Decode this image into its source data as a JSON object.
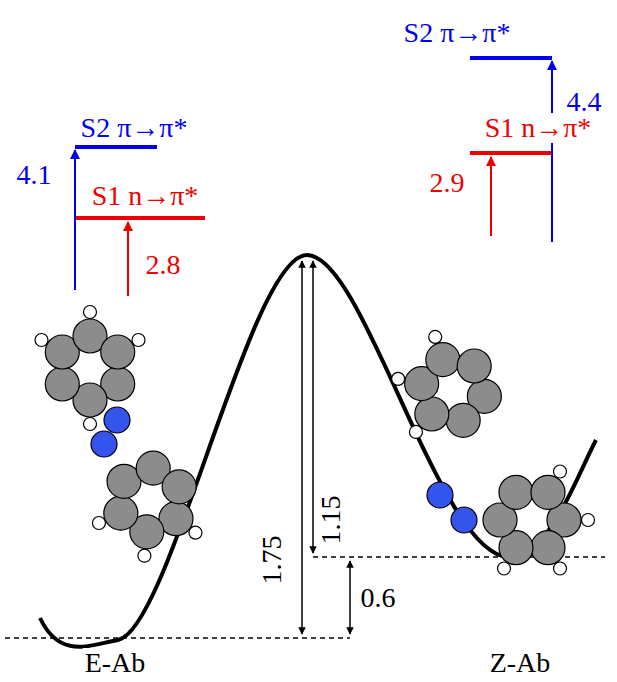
{
  "diagram": {
    "labels": [
      "S2 π→π*",
      "S1 n→π*",
      "4.1",
      "2.8",
      "S2 π→π*",
      "S1 n→π*",
      "2.9",
      "4.4",
      "1.75",
      "1.15",
      "0.6",
      "E-Ab",
      "Z-Ab"
    ]
  }
}
